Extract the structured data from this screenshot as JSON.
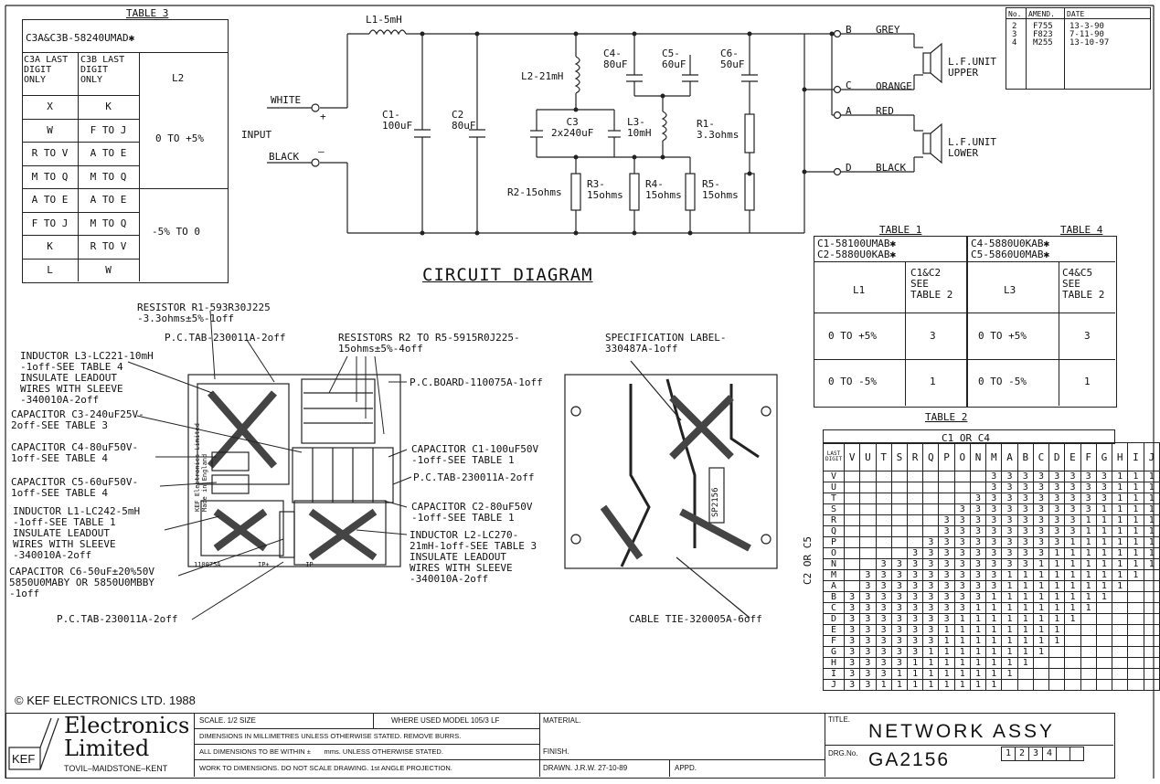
{
  "table3": {
    "title": "TABLE 3",
    "header": "C3A&C3B-58240UMAD✱",
    "col1": "C3A LAST\nDIGIT\nONLY",
    "col2": "C3B LAST\nDIGIT\nONLY",
    "col3": "L2",
    "rows": [
      [
        "X",
        "K"
      ],
      [
        "W",
        "F TO J"
      ],
      [
        "R TO V",
        "A TO E"
      ],
      [
        "M TO Q",
        "M TO Q"
      ],
      [
        "A TO E",
        "A TO E"
      ],
      [
        "F TO J",
        "M TO Q"
      ],
      [
        "K",
        "R TO V"
      ],
      [
        "L",
        "W"
      ]
    ],
    "range_top": "0 TO +5%",
    "range_bottom": "-5% TO 0"
  },
  "circuit": {
    "title": "CIRCUIT DIAGRAM",
    "input": "INPUT",
    "white": "WHITE",
    "black": "BLACK",
    "plus": "+",
    "minus": "–",
    "l1": "L1-5mH",
    "c1": "C1-\n100uF",
    "c2": "C2\n80uF",
    "l2": "L2-21mH",
    "c3": "C3\n2x240uF",
    "c4": "C4-\n80uF",
    "c5": "C5-\n60uF",
    "c6": "C6-\n50uF",
    "l3": "L3-\n10mH",
    "r1": "R1-\n3.3ohms",
    "r2": "R2-15ohms",
    "r3": "R3-\n15ohms",
    "r4": "R4-\n15ohms",
    "r5": "R5-\n15ohms",
    "term_b": "B",
    "term_c": "C",
    "term_a": "A",
    "term_d": "D",
    "grey": "GREY",
    "orange": "ORANGE",
    "red": "RED",
    "black2": "BLACK",
    "lf_upper": "L.F.UNIT\nUPPER",
    "lf_lower": "L.F.UNIT\nLOWER"
  },
  "amend": {
    "headers": [
      "No.",
      "AMEND.",
      "DATE"
    ],
    "no": "2\n3\n4",
    "amend": "F755\nF823\nM255",
    "date": "13-3-90\n7-11-90\n13-10-97"
  },
  "table1": {
    "title": "TABLE 1",
    "header": "C1-58100UMAB✱\nC2-5880U0KAB✱",
    "col1": "L1",
    "col2": "C1&C2\nSEE\nTABLE 2",
    "rows": [
      [
        "0 TO +5%",
        "3"
      ],
      [
        "0 TO -5%",
        "1"
      ]
    ]
  },
  "table4": {
    "title": "TABLE 4",
    "header": "C4-5880U0KAB✱\nC5-5860U0MAB✱",
    "col1": "L3",
    "col2": "C4&C5\nSEE\nTABLE 2",
    "rows": [
      [
        "0 TO +5%",
        "3"
      ],
      [
        "0 TO -5%",
        "1"
      ]
    ]
  },
  "table2": {
    "title": "TABLE 2",
    "top_label": "C1 OR C4",
    "side_label": "C2 OR C5",
    "corner": "LAST\nDIGIT",
    "cols": [
      "V",
      "U",
      "T",
      "S",
      "R",
      "Q",
      "P",
      "O",
      "N",
      "M",
      "A",
      "B",
      "C",
      "D",
      "E",
      "F",
      "G",
      "H",
      "I",
      "J"
    ],
    "rows": [
      {
        "k": "V",
        "c": [
          "",
          "",
          "",
          "",
          "",
          "",
          "",
          "",
          "",
          "3",
          "3",
          "3",
          "3",
          "3",
          "3",
          "3",
          "3",
          "1",
          "1",
          "1"
        ]
      },
      {
        "k": "U",
        "c": [
          "",
          "",
          "",
          "",
          "",
          "",
          "",
          "",
          "",
          "3",
          "3",
          "3",
          "3",
          "3",
          "3",
          "3",
          "3",
          "1",
          "1",
          "1"
        ]
      },
      {
        "k": "T",
        "c": [
          "",
          "",
          "",
          "",
          "",
          "",
          "",
          "",
          "3",
          "3",
          "3",
          "3",
          "3",
          "3",
          "3",
          "3",
          "3",
          "1",
          "1",
          "1"
        ]
      },
      {
        "k": "S",
        "c": [
          "",
          "",
          "",
          "",
          "",
          "",
          "",
          "3",
          "3",
          "3",
          "3",
          "3",
          "3",
          "3",
          "3",
          "3",
          "1",
          "1",
          "1",
          "1"
        ]
      },
      {
        "k": "R",
        "c": [
          "",
          "",
          "",
          "",
          "",
          "",
          "3",
          "3",
          "3",
          "3",
          "3",
          "3",
          "3",
          "3",
          "3",
          "1",
          "1",
          "1",
          "1",
          "1"
        ]
      },
      {
        "k": "Q",
        "c": [
          "",
          "",
          "",
          "",
          "",
          "",
          "3",
          "3",
          "3",
          "3",
          "3",
          "3",
          "3",
          "3",
          "3",
          "1",
          "1",
          "1",
          "1",
          "1"
        ]
      },
      {
        "k": "P",
        "c": [
          "",
          "",
          "",
          "",
          "",
          "3",
          "3",
          "3",
          "3",
          "3",
          "3",
          "3",
          "3",
          "3",
          "1",
          "1",
          "1",
          "1",
          "1",
          "1"
        ]
      },
      {
        "k": "O",
        "c": [
          "",
          "",
          "",
          "",
          "3",
          "3",
          "3",
          "3",
          "3",
          "3",
          "3",
          "3",
          "3",
          "1",
          "1",
          "1",
          "1",
          "1",
          "1",
          "1"
        ]
      },
      {
        "k": "N",
        "c": [
          "",
          "",
          "3",
          "3",
          "3",
          "3",
          "3",
          "3",
          "3",
          "3",
          "3",
          "3",
          "1",
          "1",
          "1",
          "1",
          "1",
          "1",
          "1",
          "1"
        ]
      },
      {
        "k": "M",
        "c": [
          "",
          "3",
          "3",
          "3",
          "3",
          "3",
          "3",
          "3",
          "3",
          "3",
          "1",
          "1",
          "1",
          "1",
          "1",
          "1",
          "1",
          "1",
          "1",
          ""
        ]
      },
      {
        "k": "A",
        "c": [
          "",
          "3",
          "3",
          "3",
          "3",
          "3",
          "3",
          "3",
          "3",
          "3",
          "1",
          "1",
          "1",
          "1",
          "1",
          "1",
          "1",
          "1",
          "",
          ""
        ]
      },
      {
        "k": "B",
        "c": [
          "3",
          "3",
          "3",
          "3",
          "3",
          "3",
          "3",
          "3",
          "3",
          "1",
          "1",
          "1",
          "1",
          "1",
          "1",
          "1",
          "1",
          "",
          "",
          ""
        ]
      },
      {
        "k": "C",
        "c": [
          "3",
          "3",
          "3",
          "3",
          "3",
          "3",
          "3",
          "3",
          "1",
          "1",
          "1",
          "1",
          "1",
          "1",
          "1",
          "1",
          "",
          "",
          "",
          ""
        ]
      },
      {
        "k": "D",
        "c": [
          "3",
          "3",
          "3",
          "3",
          "3",
          "3",
          "3",
          "1",
          "1",
          "1",
          "1",
          "1",
          "1",
          "1",
          "1",
          "",
          "",
          "",
          "",
          ""
        ]
      },
      {
        "k": "E",
        "c": [
          "3",
          "3",
          "3",
          "3",
          "3",
          "3",
          "1",
          "1",
          "1",
          "1",
          "1",
          "1",
          "1",
          "1",
          "",
          "",
          "",
          "",
          "",
          ""
        ]
      },
      {
        "k": "F",
        "c": [
          "3",
          "3",
          "3",
          "3",
          "3",
          "3",
          "1",
          "1",
          "1",
          "1",
          "1",
          "1",
          "1",
          "1",
          "",
          "",
          "",
          "",
          "",
          ""
        ]
      },
      {
        "k": "G",
        "c": [
          "3",
          "3",
          "3",
          "3",
          "3",
          "1",
          "1",
          "1",
          "1",
          "1",
          "1",
          "1",
          "1",
          "",
          "",
          "",
          "",
          "",
          "",
          ""
        ]
      },
      {
        "k": "H",
        "c": [
          "3",
          "3",
          "3",
          "3",
          "1",
          "1",
          "1",
          "1",
          "1",
          "1",
          "1",
          "1",
          "",
          "",
          "",
          "",
          "",
          "",
          "",
          ""
        ]
      },
      {
        "k": "I",
        "c": [
          "3",
          "3",
          "3",
          "1",
          "1",
          "1",
          "1",
          "1",
          "1",
          "1",
          "1",
          "",
          "",
          "",
          "",
          "",
          "",
          "",
          "",
          ""
        ]
      },
      {
        "k": "J",
        "c": [
          "3",
          "3",
          "1",
          "1",
          "1",
          "1",
          "1",
          "1",
          "1",
          "1",
          "",
          "",
          "",
          "",
          "",
          "",
          "",
          "",
          "",
          ""
        ]
      }
    ]
  },
  "assembly_left": {
    "resistor_r1": "RESISTOR R1-593R30J225\n-3.3ohms±5%-1off",
    "pctab_top": "P.C.TAB-230011A-2off",
    "inductor_l3": "INDUCTOR L3-LC221-10mH\n-1off-SEE TABLE 4\nINSULATE LEADOUT\nWIRES WITH SLEEVE\n-340010A-2off",
    "cap_c3": "CAPACITOR C3-240uF25V-\n2off-SEE TABLE 3",
    "cap_c4": "CAPACITOR C4-80uF50V-\n1off-SEE TABLE 4",
    "cap_c5": "CAPACITOR C5-60uF50V-\n1off-SEE TABLE 4",
    "inductor_l1": "INDUCTOR L1-LC242-5mH\n-1off-SEE TABLE 1\nINSULATE LEADOUT\nWIRES WITH SLEEVE\n-340010A-2off",
    "cap_c6": "CAPACITOR C6-50uF±20%50V\n5850U0MABY OR 5850U0MBBY\n-1off",
    "pctab_bottom": "P.C.TAB-230011A-2off",
    "resistors": "RESISTORS R2 TO R5-5915R0J225-\n15ohms±5%-4off",
    "pcboard": "P.C.BOARD-110075A-1off",
    "cap_c1": "CAPACITOR C1-100uF50V\n-1off-SEE TABLE 1",
    "pctab_mid": "P.C.TAB-230011A-2off",
    "cap_c2": "CAPACITOR C2-80uF50V\n-1off-SEE TABLE 1",
    "inductor_l2": "INDUCTOR L2-LC270-\n21mH-1off-SEE TABLE 3\nINSULATE LEADOUT\nWIRES WITH SLEEVE\n-340010A-2off",
    "board_id": "110075A",
    "board_ip": "IP+",
    "board_im": "-IP",
    "board_maker": "KEF Electronics Limited\nMade in England"
  },
  "assembly_right": {
    "spec_label": "SPECIFICATION LABEL-\n330487A-1off",
    "cable_tie": "CABLE TIE-320005A-6off",
    "sticker": "SP2156"
  },
  "copyright": "©  KEF ELECTRONICS LTD. 1988",
  "titleblock": {
    "company1": "Electronics",
    "company2": "Limited",
    "address": "TOVIL–MAIDSTONE–KENT",
    "kef": "KEF",
    "scale": "SCALE.  1/2 SIZE",
    "where_used": "WHERE USED  MODEL 105/3 LF",
    "material": "MATERIAL.",
    "dims1": "DIMENSIONS IN MILLIMETRES UNLESS OTHERWISE STATED. REMOVE BURRS.",
    "dims2": "ALL DIMENSIONS TO BE WITHIN ±       mms. UNLESS OTHERWISE STATED.",
    "finish": "FINISH.",
    "work": "WORK TO DIMENSIONS. DO NOT SCALE DRAWING.  1st ANGLE PROJECTION.",
    "drawn": "DRAWN.  J.R.W. 27-10-89",
    "appd": "APPD.",
    "title_label": "TITLE.",
    "title": "NETWORK ASSY",
    "drg_label": "DRG.No.",
    "drg": "GA2156",
    "issues": [
      "1",
      "2",
      "3",
      "4",
      "",
      ""
    ]
  }
}
